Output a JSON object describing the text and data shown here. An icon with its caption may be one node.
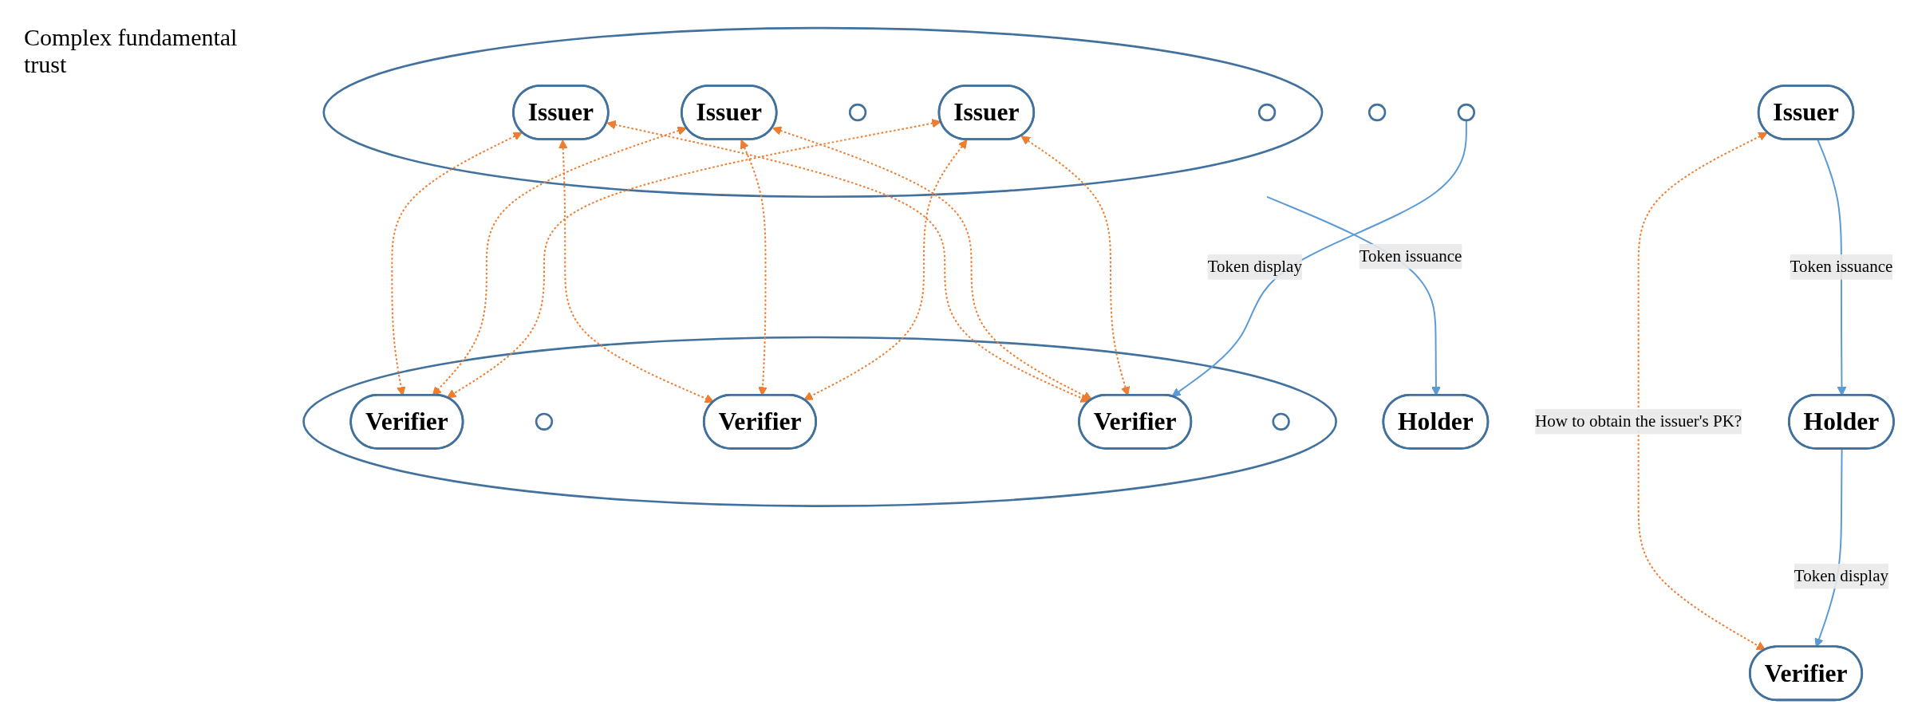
{
  "diagram": {
    "nodes": [
      {
        "text": [
          "Issuer"
        ]
      },
      {
        "text": [
          "Verifier"
        ]
      },
      {
        "text": [
          "Holder"
        ]
      },
      {
        "text": [],
        "shape": "circle"
      },
      {
        "text": [],
        "shape": "circle",
        "in": 3
      },
      {
        "text": [
          "Issuer"
        ],
        "in": 3
      },
      {
        "text": [],
        "shape": "circle",
        "in": 3
      },
      {
        "text": [
          "Issuer"
        ],
        "in": 3
      },
      {
        "text": [
          "Issuer"
        ],
        "in": 3
      },
      {
        "text": [],
        "shape": "circle"
      },
      {
        "text": [
          "Verifier"
        ],
        "in": 9
      },
      {
        "text": [],
        "shape": "circle",
        "in": 9
      },
      {
        "text": [
          "Verifier"
        ],
        "in": 9
      },
      {
        "text": [
          "Verifier"
        ],
        "in": 9
      },
      {
        "text": [],
        "shape": "circle",
        "in": 9
      },
      {
        "text": [
          "Holder"
        ]
      },
      {
        "text": [],
        "shape": "circle"
      },
      {
        "text": [],
        "shape": "circle"
      }
    ],
    "edges": [
      {
        "from": 0,
        "to": 2,
        "arrow": "to",
        "label": "Token issuance",
        "color": "#5b9bd5"
      },
      {
        "from": 2,
        "to": 1,
        "arrow": "to",
        "label": "Token display",
        "color": "#5b9bd5"
      },
      {
        "from": 0,
        "to": 1,
        "arrow": "both",
        "label": "How to obtain the issuer's PK?",
        "style": "dashed"
      },
      {
        "from": 3,
        "to": 15,
        "arrow": "to",
        "label": "Token issuance",
        "color": "#5b9bd5"
      },
      {
        "from": 17,
        "to": 13,
        "arrow": "to",
        "label": "Token display",
        "color": "#5b9bd5"
      },
      {
        "from": 5,
        "to": 10,
        "arrow": "both",
        "style": "dashed"
      },
      {
        "from": 5,
        "to": 12,
        "arrow": "both",
        "style": "dashed"
      },
      {
        "from": 5,
        "to": 13,
        "arrow": "both",
        "style": "dashed"
      },
      {
        "from": 7,
        "to": 10,
        "arrow": "both",
        "style": "dashed"
      },
      {
        "from": 7,
        "to": 12,
        "arrow": "both",
        "style": "dashed"
      },
      {
        "from": 7,
        "to": 13,
        "arrow": "both",
        "style": "dashed"
      },
      {
        "from": 8,
        "to": 10,
        "arrow": "both",
        "style": "dashed"
      },
      {
        "from": 8,
        "to": 12,
        "arrow": "both",
        "style": "dashed"
      },
      {
        "from": 8,
        "to": 13,
        "arrow": "both",
        "style": "dashed"
      }
    ],
    "labels": [
      "Complex fundamental trust"
    ]
  }
}
